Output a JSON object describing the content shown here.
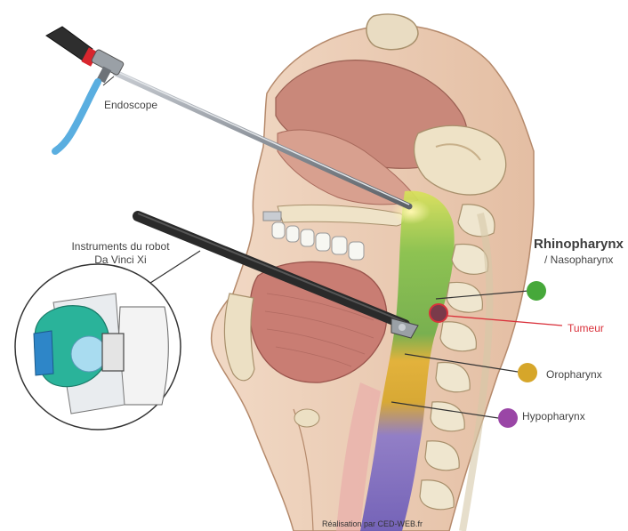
{
  "labels": {
    "endoscope": "Endoscope",
    "instruments_line1": "Instruments du robot",
    "instruments_line2": "Da Vinci Xi",
    "rhinopharynx": "Rhinopharynx",
    "nasopharynx": "/ Nasopharynx",
    "tumeur": "Tumeur",
    "oropharynx": "Oropharynx",
    "hypopharynx": "Hypopharynx",
    "credit": "Réalisation par CED-WEB.fr"
  },
  "colors": {
    "rhinopharynx": "#46a83a",
    "tumeur": "#d9303a",
    "oropharynx": "#d6a62a",
    "hypopharynx": "#9a46a6",
    "endoscope_cable": "#5aaee0",
    "instrument_tip": "#3aa0d0"
  },
  "icons": [
    "endoscope-icon",
    "robot-instrument-icon",
    "robot-arm-icon"
  ]
}
